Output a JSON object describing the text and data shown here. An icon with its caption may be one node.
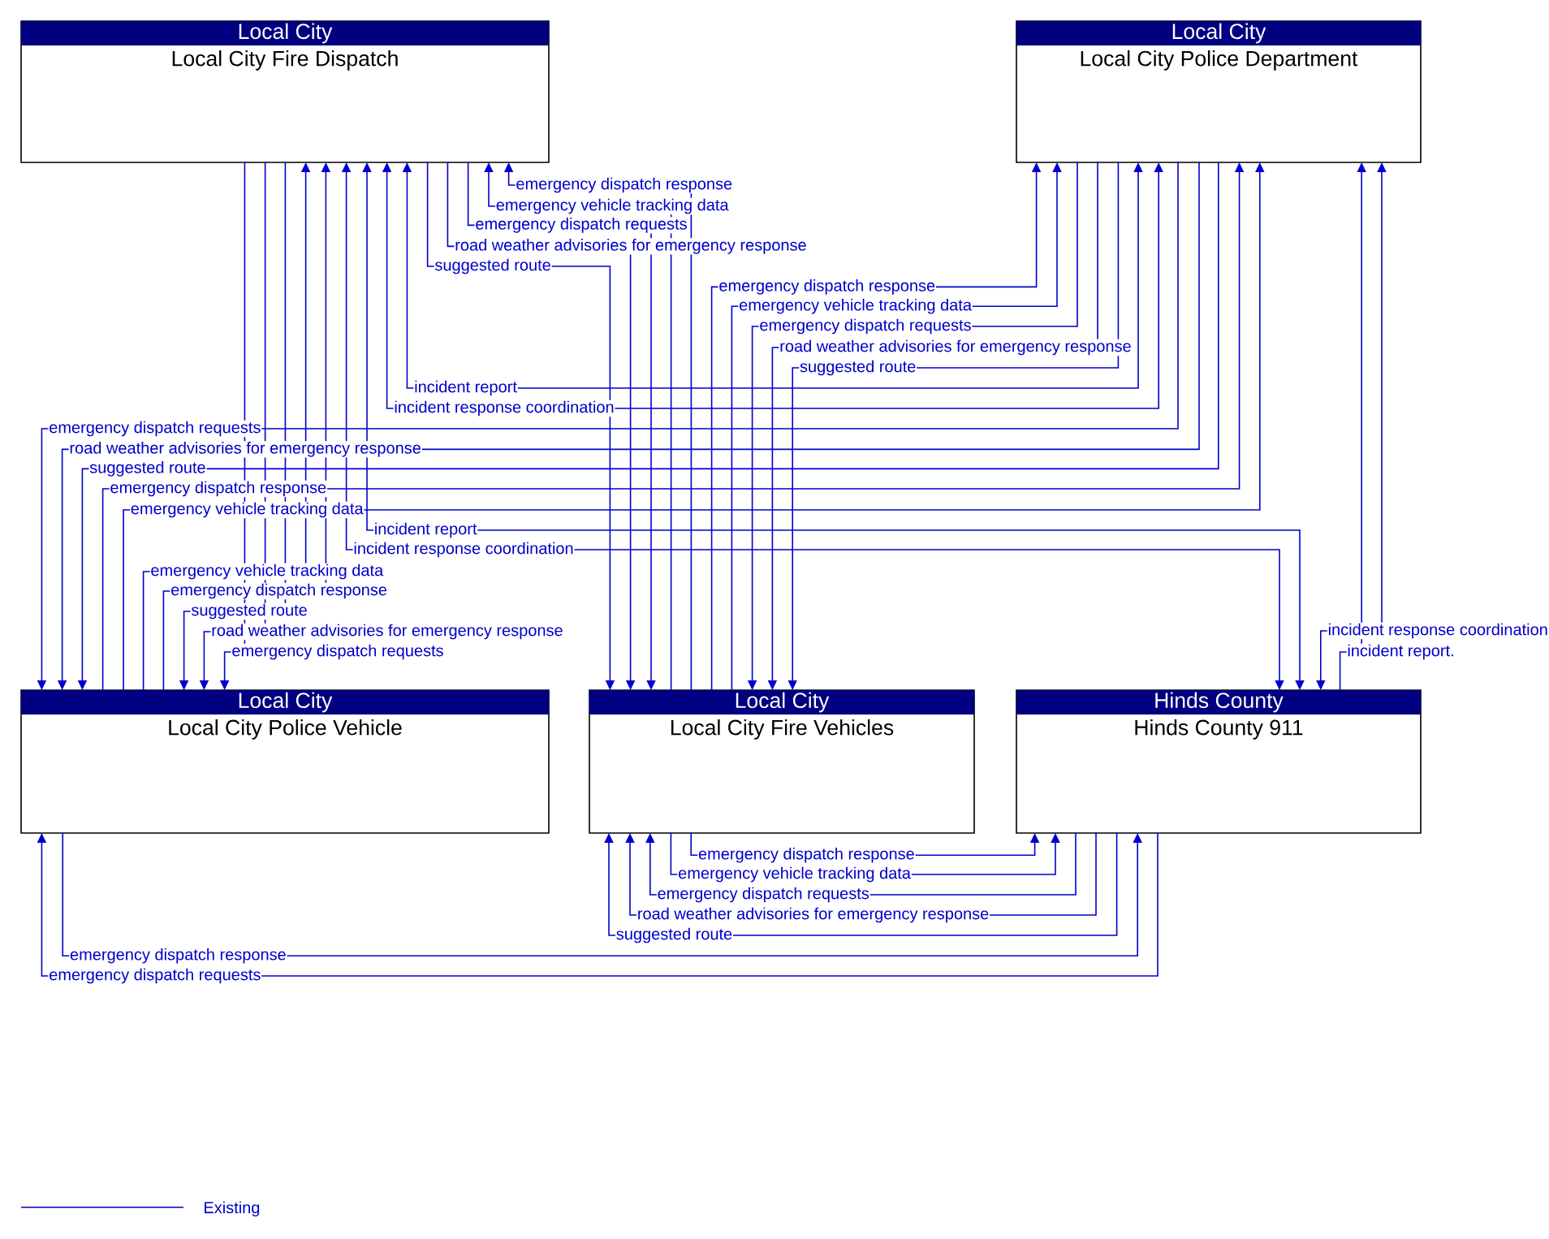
{
  "diagram": {
    "nodes": [
      {
        "text": [
          "Local City",
          "Local City Fire Dispatch"
        ]
      },
      {
        "text": [
          "Local City",
          "Local City Police Department"
        ]
      },
      {
        "text": [
          "Local City",
          "Local City Police Vehicle"
        ]
      },
      {
        "text": [
          "Local City",
          "Local City Fire Vehicles"
        ]
      },
      {
        "text": [
          "Hinds County",
          "Hinds County 911"
        ]
      }
    ],
    "edges": [
      {
        "from": 3,
        "to": 0,
        "arrow": "to",
        "label": "emergency dispatch response"
      },
      {
        "from": 3,
        "to": 0,
        "arrow": "to",
        "label": "emergency vehicle tracking data"
      },
      {
        "from": 0,
        "to": 3,
        "arrow": "to",
        "label": "emergency dispatch requests"
      },
      {
        "from": 0,
        "to": 3,
        "arrow": "to",
        "label": "road weather advisories for emergency response"
      },
      {
        "from": 0,
        "to": 3,
        "arrow": "to",
        "label": "suggested route"
      },
      {
        "from": 3,
        "to": 1,
        "arrow": "to",
        "label": "emergency dispatch response"
      },
      {
        "from": 3,
        "to": 1,
        "arrow": "to",
        "label": "emergency vehicle tracking data"
      },
      {
        "from": 1,
        "to": 3,
        "arrow": "to",
        "label": "emergency dispatch requests"
      },
      {
        "from": 1,
        "to": 3,
        "arrow": "to",
        "label": "road weather advisories for emergency response"
      },
      {
        "from": 1,
        "to": 3,
        "arrow": "to",
        "label": "suggested route"
      },
      {
        "from": 0,
        "to": 1,
        "arrow": "both",
        "label": "incident report"
      },
      {
        "from": 0,
        "to": 1,
        "arrow": "both",
        "label": "incident response coordination"
      },
      {
        "from": 1,
        "to": 2,
        "arrow": "to",
        "label": "emergency dispatch requests"
      },
      {
        "from": 1,
        "to": 2,
        "arrow": "to",
        "label": "road weather advisories for emergency response"
      },
      {
        "from": 1,
        "to": 2,
        "arrow": "to",
        "label": "suggested route"
      },
      {
        "from": 2,
        "to": 1,
        "arrow": "to",
        "label": "emergency dispatch response"
      },
      {
        "from": 2,
        "to": 1,
        "arrow": "to",
        "label": "emergency vehicle tracking data"
      },
      {
        "from": 0,
        "to": 4,
        "arrow": "both",
        "label": "incident report"
      },
      {
        "from": 0,
        "to": 4,
        "arrow": "both",
        "label": "incident response coordination"
      },
      {
        "from": 2,
        "to": 0,
        "arrow": "to",
        "label": "emergency vehicle tracking data"
      },
      {
        "from": 2,
        "to": 0,
        "arrow": "to",
        "label": "emergency dispatch response"
      },
      {
        "from": 0,
        "to": 2,
        "arrow": "to",
        "label": "suggested route"
      },
      {
        "from": 0,
        "to": 2,
        "arrow": "to",
        "label": "road weather advisories for emergency response"
      },
      {
        "from": 0,
        "to": 2,
        "arrow": "to",
        "label": "emergency dispatch requests"
      },
      {
        "from": 1,
        "to": 4,
        "arrow": "both",
        "label": "incident response coordination"
      },
      {
        "from": 4,
        "to": 1,
        "arrow": "to",
        "label": "incident report."
      },
      {
        "from": 3,
        "to": 4,
        "arrow": "to",
        "label": "emergency dispatch response"
      },
      {
        "from": 3,
        "to": 4,
        "arrow": "to",
        "label": "emergency vehicle tracking data"
      },
      {
        "from": 4,
        "to": 3,
        "arrow": "to",
        "label": "emergency dispatch requests"
      },
      {
        "from": 4,
        "to": 3,
        "arrow": "to",
        "label": "road weather advisories for emergency response"
      },
      {
        "from": 4,
        "to": 3,
        "arrow": "to",
        "label": "suggested route"
      },
      {
        "from": 2,
        "to": 4,
        "arrow": "to",
        "label": "emergency dispatch response"
      },
      {
        "from": 4,
        "to": 2,
        "arrow": "to",
        "label": "emergency dispatch requests"
      }
    ],
    "legend": [
      {
        "text": "Existing"
      }
    ]
  }
}
